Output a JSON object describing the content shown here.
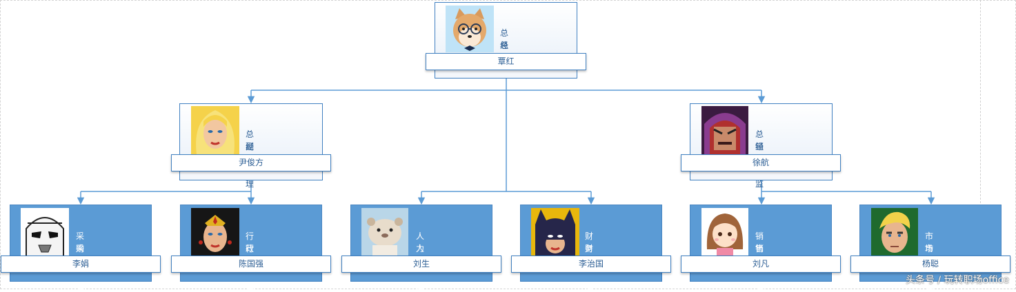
{
  "root": {
    "dept": "总经办",
    "title": "总经理",
    "name": "覃红",
    "avatar_icon": "shiba-dog-with-glasses-icon"
  },
  "level2": [
    {
      "dept": "总经办",
      "title": "副总经理",
      "name": "尹俊方",
      "avatar_icon": "blonde-woman-icon"
    },
    {
      "dept": "总经办",
      "title": "销售总监",
      "name": "徐航",
      "avatar_icon": "helmeted-villain-icon"
    }
  ],
  "level3": [
    {
      "dept": "采购部",
      "title": "采购经理",
      "name": "李娟",
      "avatar_icon": "stormtrooper-icon"
    },
    {
      "dept": "行政部",
      "title": "行政经理",
      "name": "陈国强",
      "avatar_icon": "tiara-heroine-icon"
    },
    {
      "dept": "人力资源部",
      "title": "人事经理",
      "name": "刘生",
      "avatar_icon": "otter-icon"
    },
    {
      "dept": "财务部",
      "title": "财务经理",
      "name": "李治国",
      "avatar_icon": "masked-heroine-icon"
    },
    {
      "dept": "销售部",
      "title": "销售经理",
      "name": "刘凡",
      "avatar_icon": "cartoon-girl-icon"
    },
    {
      "dept": "市场部",
      "title": "市场经理",
      "name": "杨聪",
      "avatar_icon": "blond-hero-icon"
    }
  ],
  "watermark": "头条号 / 玩转职场office",
  "colors": {
    "line": "#5b9bd5",
    "border": "#3f7fc0",
    "card_blue": "#5b9bd5",
    "text": "#2d5f95"
  }
}
